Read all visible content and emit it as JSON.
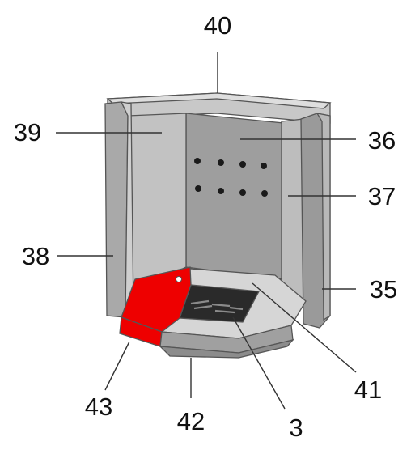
{
  "labels": {
    "p40": "40",
    "p39": "39",
    "p36": "36",
    "p37": "37",
    "p38": "38",
    "p35": "35",
    "p41": "41",
    "p43": "43",
    "p42": "42",
    "p3": "3"
  },
  "colors": {
    "highlight": "#ee0000",
    "panel": "#a8a8a8",
    "panel_light": "#c9c9c9",
    "floor_light": "#d9d9d9",
    "outline": "#555555"
  }
}
